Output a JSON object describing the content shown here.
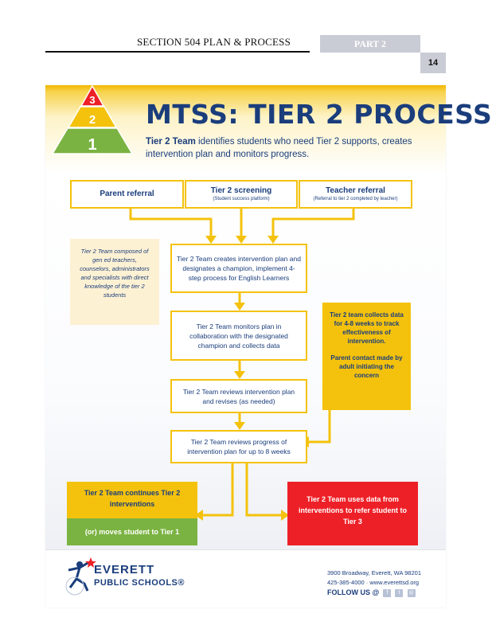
{
  "header": {
    "section_title": "SECTION 504 PLAN & PROCESS",
    "part_label": "PART 2",
    "page_number": "14"
  },
  "poster": {
    "title": "MTSS: TIER 2 PROCESS",
    "subtitle_bold": "Tier 2 Team",
    "subtitle_rest": " identifies students who need Tier 2 supports, creates intervention plan and monitors progress.",
    "pyramid": {
      "levels": [
        {
          "label": "3",
          "color": "#ee2027"
        },
        {
          "label": "2",
          "color": "#f4c20d"
        },
        {
          "label": "1",
          "color": "#7bb342"
        }
      ]
    },
    "sources": [
      {
        "label": "Parent referral",
        "note": ""
      },
      {
        "label": "Tier 2 screening",
        "note": "(Student success platform)"
      },
      {
        "label": "Teacher referral",
        "note": "(Referral to tier 2 completed by teacher)"
      }
    ],
    "steps": [
      "Tier 2 Team creates intervention plan and designates a champion, implement 4-step process for English Learners",
      "Tier 2 Team monitors plan in collaboration with the designated champion and collects data",
      "Tier 2 Team reviews intervention plan and revises (as needed)",
      "Tier 2 Team reviews progress of intervention plan for up to 8 weeks"
    ],
    "note_left": "Tier 2 Team composed of gen ed teachers, counselors, administrators and specialists with direct knowledge of the tier 2 students",
    "note_right": {
      "p1": "Tier 2 team collects data for 4-8 weeks to track effectiveness of intervention.",
      "p2": "Parent contact made by adult initiating the concern"
    },
    "outcomes": {
      "continue": "Tier 2 Team continues Tier 2 interventions",
      "move": "(or) moves student to Tier 1",
      "refer": "Tier 2 Team uses data from interventions to refer student to Tier 3"
    },
    "colors": {
      "navy": "#1a3d7c",
      "yellow": "#f4c20d",
      "green": "#7bb342",
      "red": "#ee2027"
    }
  },
  "footer": {
    "logo_line1": "EVERETT",
    "logo_line2": "PUBLIC SCHOOLS®",
    "address": "3900 Broadway, Everett, WA 98201",
    "phone_web": "425-385-4000 · www.everettsd.org",
    "follow": "FOLLOW US @",
    "social_icons": [
      "facebook-icon",
      "twitter-icon",
      "instagram-icon"
    ]
  }
}
